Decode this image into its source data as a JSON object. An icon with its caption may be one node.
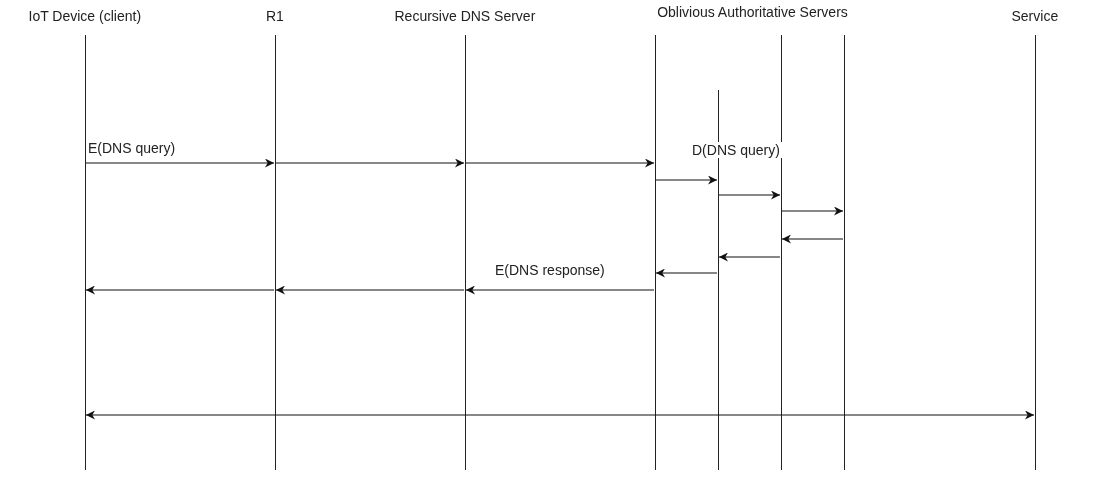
{
  "diagram": {
    "nodes": [
      {
        "text": [
          "IoT Device (client)"
        ]
      },
      {
        "text": [
          "R1"
        ]
      },
      {
        "text": [
          "Recursive DNS Server"
        ]
      },
      {
        "text": [
          "Oblivious Authoritative Servers"
        ]
      },
      {
        "text": [],
        "shape": "line",
        "in": 3
      },
      {
        "text": [],
        "shape": "line",
        "in": 3
      },
      {
        "text": [],
        "shape": "line",
        "in": 3
      },
      {
        "text": [],
        "shape": "line",
        "in": 3
      },
      {
        "text": [
          "Service"
        ]
      }
    ],
    "edges": [
      {
        "from": 0,
        "to": 1,
        "arrow": "to",
        "label": "E(DNS query)"
      },
      {
        "from": 1,
        "to": 2,
        "arrow": "to"
      },
      {
        "from": 2,
        "to": 4,
        "arrow": "to"
      },
      {
        "from": 4,
        "to": 5,
        "arrow": "to",
        "label": "D(DNS query)"
      },
      {
        "from": 5,
        "to": 6,
        "arrow": "to"
      },
      {
        "from": 6,
        "to": 7,
        "arrow": "to"
      },
      {
        "from": 7,
        "to": 6,
        "arrow": "to"
      },
      {
        "from": 6,
        "to": 5,
        "arrow": "to"
      },
      {
        "from": 5,
        "to": 4,
        "arrow": "to"
      },
      {
        "from": 4,
        "to": 2,
        "arrow": "to",
        "label": "E(DNS response)"
      },
      {
        "from": 2,
        "to": 1,
        "arrow": "to"
      },
      {
        "from": 1,
        "to": 0,
        "arrow": "to"
      },
      {
        "from": 0,
        "to": 8,
        "arrow": "both"
      }
    ]
  }
}
